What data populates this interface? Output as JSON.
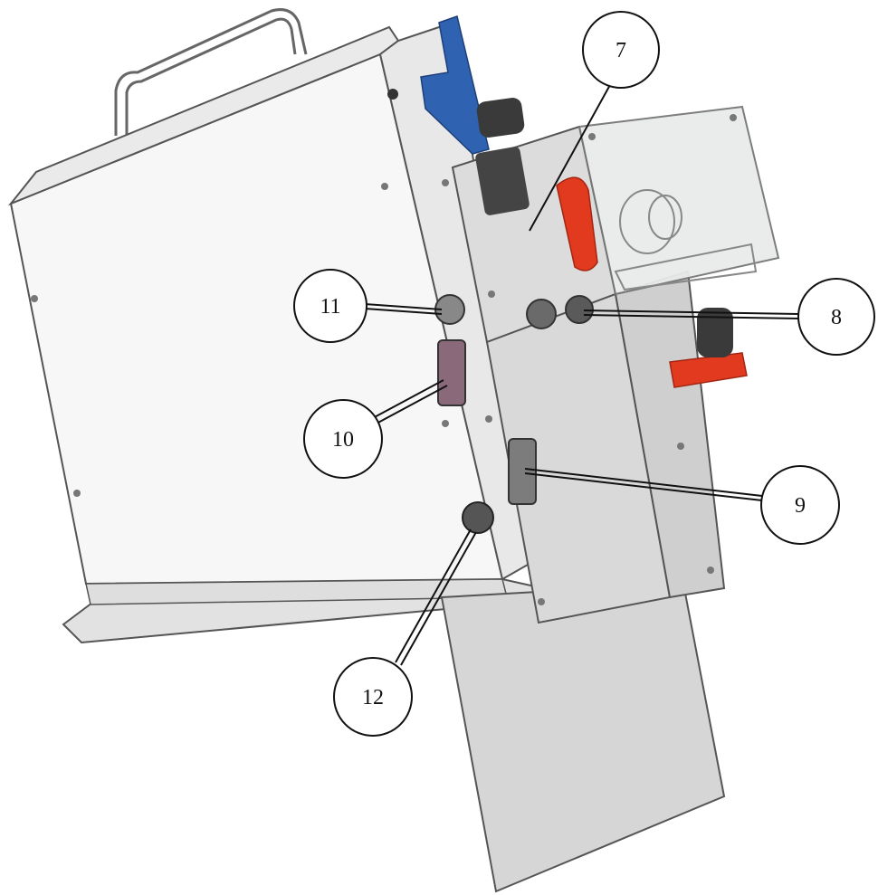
{
  "callouts": [
    {
      "label": "7"
    },
    {
      "label": "8"
    },
    {
      "label": "9"
    },
    {
      "label": "10"
    },
    {
      "label": "11"
    },
    {
      "label": "12"
    }
  ],
  "colors": {
    "housing": "#f3f3f3",
    "panel": "#dcdcdc",
    "outline": "#555555",
    "accent_blue": "#2f62b0",
    "accent_red": "#e23a1f",
    "dark_part": "#3a3a3a"
  }
}
